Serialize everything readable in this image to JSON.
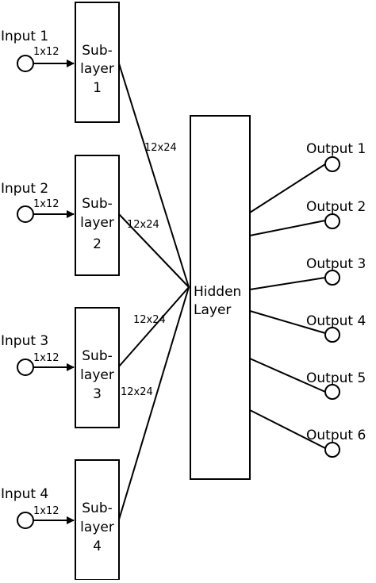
{
  "inputs": [
    {
      "label": "Input 1",
      "size": "1x12",
      "sublayer": [
        "Sub-",
        "layer",
        "1"
      ],
      "edge": "12x24"
    },
    {
      "label": "Input 2",
      "size": "1x12",
      "sublayer": [
        "Sub-",
        "layer",
        "2"
      ],
      "edge": "12x24"
    },
    {
      "label": "Input 3",
      "size": "1x12",
      "sublayer": [
        "Sub-",
        "layer",
        "3"
      ],
      "edge": "12x24"
    },
    {
      "label": "Input 4",
      "size": "1x12",
      "sublayer": [
        "Sub-",
        "layer",
        "4"
      ],
      "edge": ""
    }
  ],
  "hidden": {
    "line1": "Hidden",
    "line2": "Layer"
  },
  "outputs": [
    "Output 1",
    "Output 2",
    "Output 3",
    "Output 4",
    "Output 5",
    "Output 6"
  ],
  "colors": {
    "stroke": "#000000",
    "background": "#ffffff"
  }
}
